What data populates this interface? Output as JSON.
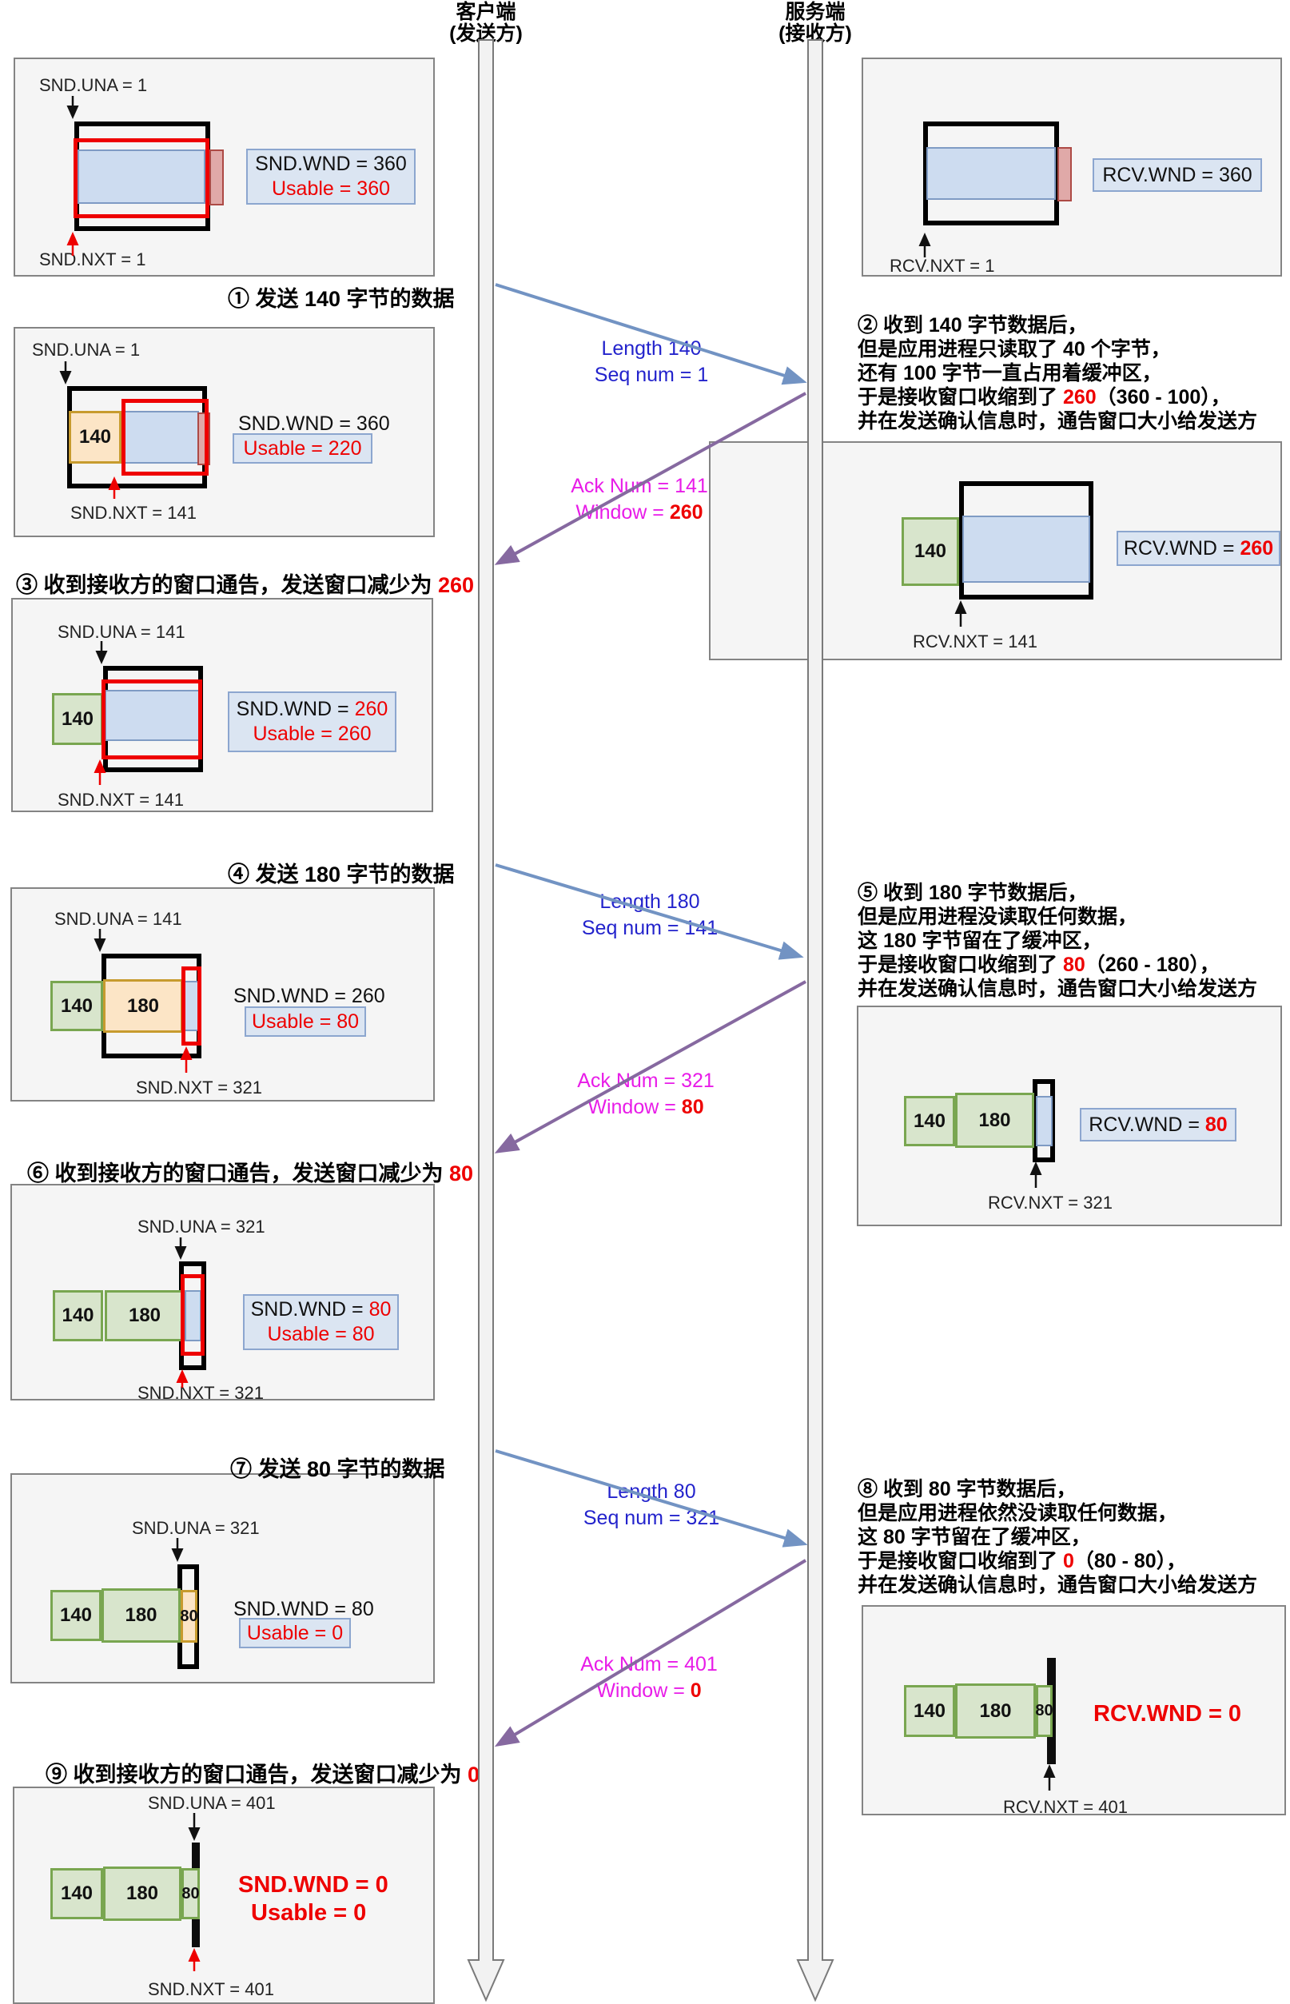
{
  "header": {
    "client": "客户端",
    "client_sub": "(发送方)",
    "server": "服务端",
    "server_sub": "(接收方)"
  },
  "steps": {
    "s1": {
      "title": "① 发送 140 字节的数据"
    },
    "s2": {
      "l1": "② 收到 140 字节数据后，",
      "l2": "但是应用进程只读取了 40 个字节，",
      "l3": "还有 100 字节一直占用着缓冲区，",
      "l4a": "于是接收窗口收缩到了 ",
      "l4b": "260",
      "l4c": "（360 - 100），",
      "l5": "并在发送确认信息时，通告窗口大小给发送方"
    },
    "s3": {
      "title": "③ 收到接收方的窗口通告，发送窗口减少为 ",
      "value": "260"
    },
    "s4": {
      "title": "④ 发送 180 字节的数据"
    },
    "s5": {
      "l1": "⑤ 收到 180 字节数据后，",
      "l2": "但是应用进程没读取任何数据，",
      "l3": "这 180 字节留在了缓冲区，",
      "l4a": "于是接收窗口收缩到了 ",
      "l4b": "80",
      "l4c": "（260 - 180），",
      "l5": "并在发送确认信息时，通告窗口大小给发送方"
    },
    "s6": {
      "title": "⑥ 收到接收方的窗口通告，发送窗口减少为 ",
      "value": "80"
    },
    "s7": {
      "title": "⑦ 发送 80 字节的数据"
    },
    "s8": {
      "l1": "⑧ 收到 80 字节数据后，",
      "l2": "但是应用进程依然没读取任何数据，",
      "l3": "这 80 字节留在了缓冲区，",
      "l4a": "于是接收窗口收缩到了 ",
      "l4b": "0",
      "l4c": "（80 - 80），",
      "l5": "并在发送确认信息时，通告窗口大小给发送方"
    },
    "s9": {
      "title": "⑨ 收到接收方的窗口通告，发送窗口减少为 ",
      "value": "0"
    }
  },
  "messages": {
    "m1": {
      "l1": "Length 140",
      "l2": "Seq num = 1"
    },
    "a1": {
      "l1": "Ack Num = 141",
      "l2a": "Window = ",
      "l2b": "260"
    },
    "m2": {
      "l1": "Length 180",
      "l2": "Seq num = 141"
    },
    "a2": {
      "l1": "Ack Num = 321",
      "l2a": "Window = ",
      "l2b": "80"
    },
    "m3": {
      "l1": "Length 80",
      "l2": "Seq num = 321"
    },
    "a3": {
      "l1": "Ack Num = 401",
      "l2a": "Window = ",
      "l2b": "0"
    }
  },
  "client_boxes": {
    "c1": {
      "una": "SND.UNA = 1",
      "nxt": "SND.NXT = 1",
      "wnd": "SND.WND = 360",
      "usable": "Usable = 360"
    },
    "c2": {
      "una": "SND.UNA = 1",
      "nxt": "SND.NXT = 141",
      "wnd": "SND.WND = 360",
      "usable": "Usable = 220",
      "b140": "140"
    },
    "c3": {
      "una": "SND.UNA = 141",
      "nxt": "SND.NXT = 141",
      "wnd_a": "SND.WND = ",
      "wnd_b": "260",
      "usable": "Usable = 260",
      "b140": "140"
    },
    "c4": {
      "una": "SND.UNA = 141",
      "nxt": "SND.NXT = 321",
      "wnd": "SND.WND = 260",
      "usable": "Usable = 80",
      "b140": "140",
      "b180": "180"
    },
    "c5": {
      "una": "SND.UNA = 321",
      "nxt": "SND.NXT = 321",
      "wnd_a": "SND.WND = ",
      "wnd_b": "80",
      "usable": "Usable = 80",
      "b140": "140",
      "b180": "180"
    },
    "c6": {
      "una": "SND.UNA = 321",
      "wnd": "SND.WND = 80",
      "usable": "Usable = 0",
      "b140": "140",
      "b180": "180",
      "b80": "80"
    },
    "c7": {
      "una": "SND.UNA = 401",
      "nxt": "SND.NXT = 401",
      "wnd": "SND.WND = 0",
      "usable": "Usable = 0",
      "b140": "140",
      "b180": "180",
      "b80": "80"
    }
  },
  "server_boxes": {
    "r1": {
      "nxt": "RCV.NXT = 1",
      "wnd": "RCV.WND = 360"
    },
    "r2": {
      "nxt": "RCV.NXT = 141",
      "wnd_a": "RCV.WND = ",
      "wnd_b": "260",
      "b140": "140"
    },
    "r3": {
      "nxt": "RCV.NXT = 321",
      "wnd_a": "RCV.WND = ",
      "wnd_b": "80",
      "b140": "140",
      "b180": "180"
    },
    "r4": {
      "nxt": "RCV.NXT = 401",
      "wnd": "RCV.WND = 0",
      "b140": "140",
      "b180": "180",
      "b80": "80"
    }
  },
  "colors": {
    "accent_red": "#ee0000",
    "seq_blue_text": "#2323cc",
    "ack_magenta_text": "#e81ce8",
    "buffer_blue_fill": "#cddcf0",
    "green_fill": "#d8e5cc",
    "orange_fill": "#fce5c6",
    "pink_fill": "#e0a9a8",
    "label_box_fill": "#dbe5f2"
  }
}
